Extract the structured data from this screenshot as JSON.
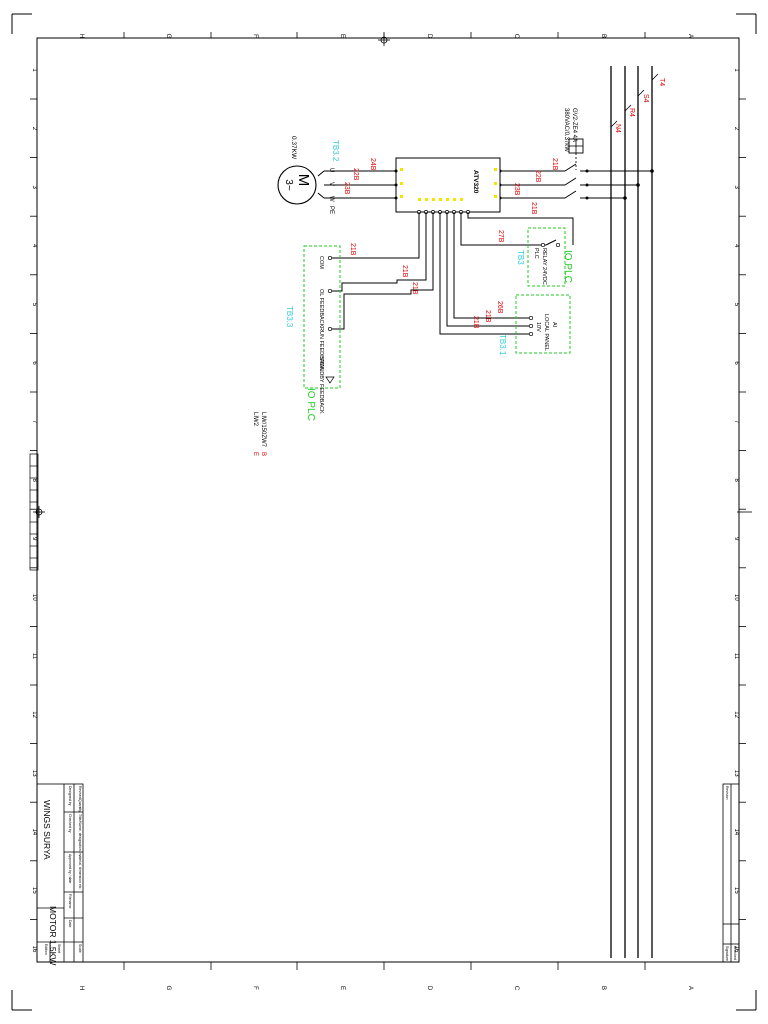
{
  "frame": {
    "letters": [
      "H",
      "G",
      "F",
      "E",
      "D",
      "C",
      "B",
      "A"
    ],
    "numbers": [
      "1",
      "2",
      "3",
      "4",
      "5",
      "6",
      "7",
      "8",
      "9",
      "10",
      "11",
      "12",
      "13",
      "14",
      "15",
      "16"
    ]
  },
  "power": {
    "phases": [
      "T4",
      "S4",
      "R4",
      "N4"
    ],
    "breaker_lines": [
      "GV2-ZE4 4A",
      "380VAC/0.37kW"
    ]
  },
  "motor": {
    "symbol": "M",
    "phase": "3~",
    "rating": "0.37KW",
    "cable_tag": "TB3.2",
    "terminals": [
      "U",
      "V",
      "W",
      "PE"
    ],
    "wire_labels": [
      "24B",
      "23B",
      "22B"
    ]
  },
  "drive": {
    "model": "ATV320",
    "input_wires": [
      "21B",
      "22B",
      "23B"
    ],
    "control_wires": [
      "21B",
      "27B",
      "26B",
      "21B",
      "21B",
      "21B",
      "21B"
    ]
  },
  "boxes": {
    "relay": {
      "title": "IO PLC",
      "lines": [
        "RELAY 24VDC",
        "PLC"
      ],
      "tag": "TB3"
    },
    "local": {
      "title": "AI",
      "lines": [
        "LOCAL PANEL",
        "10V"
      ],
      "tag": "TB3.1"
    },
    "feedback": {
      "title": "IO PLC",
      "items": [
        "COM",
        "OL FEEDBACK",
        "RUN FEEDBACK",
        "STANDBY FEEDBACK"
      ],
      "tag": "TB3.3"
    }
  },
  "legend": {
    "lines": [
      "LIW/150ZW7",
      "LIW2"
    ],
    "codes": [
      "B",
      "E"
    ]
  },
  "titleblock": {
    "company": "WINGS SURYA",
    "drawing": "MOTOR 1.5KW",
    "headers": [
      "Revised",
      "Quantity",
      "Title/Name, designation, material, dimension etc.",
      "Designed by",
      "Checked by",
      "Approved by / date",
      "Filename",
      "Date",
      "Scale",
      "Edition",
      "Sheet"
    ],
    "right_headers": [
      "Revision",
      "Signature",
      "Checked"
    ]
  }
}
